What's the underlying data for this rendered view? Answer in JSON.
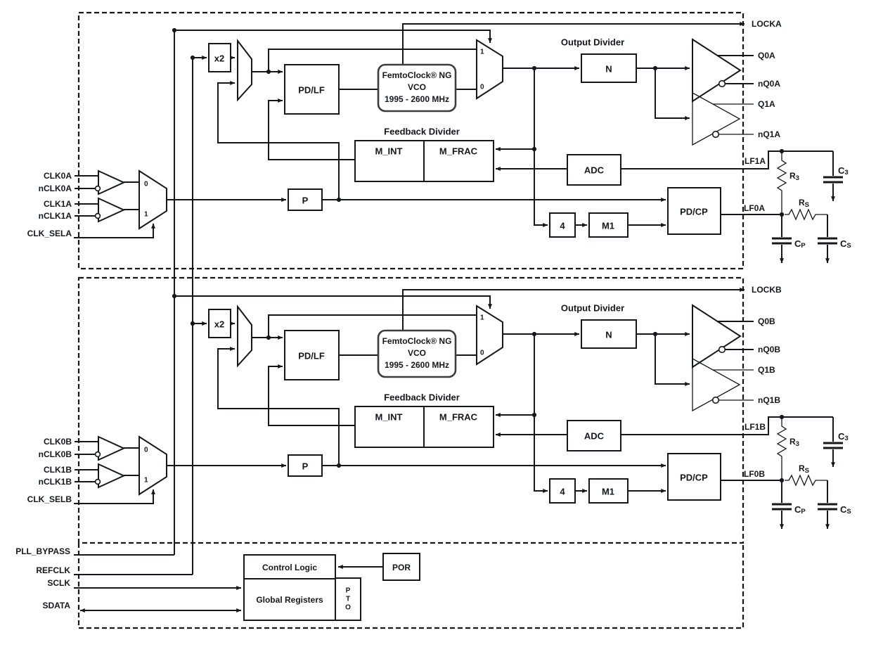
{
  "colors": {
    "ink": "#14181c",
    "background": "#ffffff"
  },
  "channels": [
    {
      "clk0": "CLK0A",
      "nclk0": "nCLK0A",
      "clk1": "CLK1A",
      "nclk1": "nCLK1A",
      "clk_sel": "CLK_SELA",
      "mux_in_0": "0",
      "mux_in_1": "1",
      "x2": "x2",
      "pd_lf": "PD/LF",
      "vco_line1": "FemtoClock® NG",
      "vco_line2": "VCO",
      "vco_line3": "1995 - 2600 MHz",
      "bypass_mux_1": "1",
      "bypass_mux_0": "0",
      "output_divider_label": "Output Divider",
      "n": "N",
      "feedback_divider_label": "Feedback Divider",
      "m_int": "M_INT",
      "m_frac": "M_FRAC",
      "p": "P",
      "adc": "ADC",
      "four": "4",
      "m1": "M1",
      "pd_cp": "PD/CP",
      "lock": "LOCKA",
      "q0": "Q0A",
      "nq0": "nQ0A",
      "q1": "Q1A",
      "nq1": "nQ1A",
      "lf1": "LF1A",
      "lf0": "LF0A",
      "r3": {
        "main": "R",
        "sub": "3"
      },
      "c3": {
        "main": "C",
        "sub": "3"
      },
      "rs": {
        "main": "R",
        "sub": "S"
      },
      "cp": {
        "main": "C",
        "sub": "P"
      },
      "cs": {
        "main": "C",
        "sub": "S"
      }
    },
    {
      "clk0": "CLK0B",
      "nclk0": "nCLK0B",
      "clk1": "CLK1B",
      "nclk1": "nCLK1B",
      "clk_sel": "CLK_SELB",
      "mux_in_0": "0",
      "mux_in_1": "1",
      "x2": "x2",
      "pd_lf": "PD/LF",
      "vco_line1": "FemtoClock® NG",
      "vco_line2": "VCO",
      "vco_line3": "1995 - 2600 MHz",
      "bypass_mux_1": "1",
      "bypass_mux_0": "0",
      "output_divider_label": "Output Divider",
      "n": "N",
      "feedback_divider_label": "Feedback Divider",
      "m_int": "M_INT",
      "m_frac": "M_FRAC",
      "p": "P",
      "adc": "ADC",
      "four": "4",
      "m1": "M1",
      "pd_cp": "PD/CP",
      "lock": "LOCKB",
      "q0": "Q0B",
      "nq0": "nQ0B",
      "q1": "Q1B",
      "nq1": "nQ1B",
      "lf1": "LF1B",
      "lf0": "LF0B",
      "r3": {
        "main": "R",
        "sub": "3"
      },
      "c3": {
        "main": "C",
        "sub": "3"
      },
      "rs": {
        "main": "R",
        "sub": "S"
      },
      "cp": {
        "main": "C",
        "sub": "P"
      },
      "cs": {
        "main": "C",
        "sub": "S"
      }
    }
  ],
  "control": {
    "pll_bypass": "PLL_BYPASS",
    "refclk": "REFCLK",
    "sclk": "SCLK",
    "sdata": "SDATA",
    "control_logic": "Control Logic",
    "global_registers": "Global Registers",
    "por": "POR",
    "pto": [
      "P",
      "T",
      "O"
    ]
  }
}
